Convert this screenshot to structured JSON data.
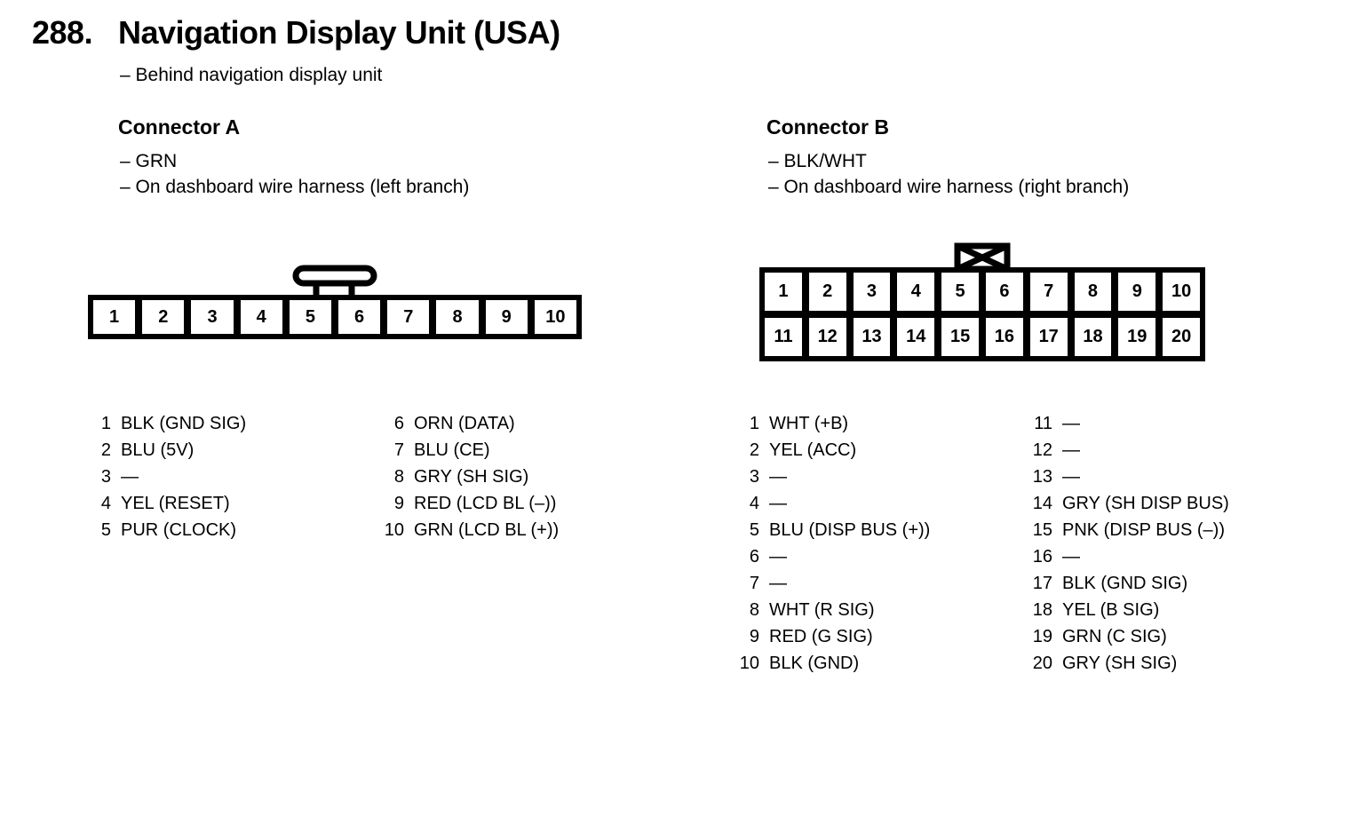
{
  "page": {
    "number": "288.",
    "title": "Navigation Display Unit (USA)",
    "subtitle": "– Behind navigation display unit"
  },
  "icons": {
    "connector_a_latch": "t-latch-tab",
    "connector_b_key": "crossed-box-key"
  },
  "connector_a": {
    "heading": "Connector A",
    "note1": "– GRN",
    "note2": "– On dashboard wire harness (left branch)",
    "pins": [
      "1",
      "2",
      "3",
      "4",
      "5",
      "6",
      "7",
      "8",
      "9",
      "10"
    ],
    "list_left": [
      {
        "num": "1",
        "label": "BLK (GND SIG)"
      },
      {
        "num": "2",
        "label": "BLU (5V)"
      },
      {
        "num": "3",
        "label": "—"
      },
      {
        "num": "4",
        "label": "YEL (RESET)"
      },
      {
        "num": "5",
        "label": "PUR (CLOCK)"
      }
    ],
    "list_right": [
      {
        "num": "6",
        "label": "ORN (DATA)"
      },
      {
        "num": "7",
        "label": "BLU (CE)"
      },
      {
        "num": "8",
        "label": "GRY (SH SIG)"
      },
      {
        "num": "9",
        "label": "RED (LCD BL (–))"
      },
      {
        "num": "10",
        "label": "GRN (LCD BL (+))"
      }
    ]
  },
  "connector_b": {
    "heading": "Connector B",
    "note1": "– BLK/WHT",
    "note2": "– On dashboard wire harness (right branch)",
    "pins_row1": [
      "1",
      "2",
      "3",
      "4",
      "5",
      "6",
      "7",
      "8",
      "9",
      "10"
    ],
    "pins_row2": [
      "11",
      "12",
      "13",
      "14",
      "15",
      "16",
      "17",
      "18",
      "19",
      "20"
    ],
    "list_left": [
      {
        "num": "1",
        "label": "WHT (+B)"
      },
      {
        "num": "2",
        "label": "YEL (ACC)"
      },
      {
        "num": "3",
        "label": "—"
      },
      {
        "num": "4",
        "label": "—"
      },
      {
        "num": "5",
        "label": "BLU (DISP BUS (+))"
      },
      {
        "num": "6",
        "label": "—"
      },
      {
        "num": "7",
        "label": "—"
      },
      {
        "num": "8",
        "label": "WHT (R SIG)"
      },
      {
        "num": "9",
        "label": "RED (G SIG)"
      },
      {
        "num": "10",
        "label": "BLK (GND)"
      }
    ],
    "list_right": [
      {
        "num": "11",
        "label": "—"
      },
      {
        "num": "12",
        "label": "—"
      },
      {
        "num": "13",
        "label": "—"
      },
      {
        "num": "14",
        "label": "GRY (SH DISP BUS)"
      },
      {
        "num": "15",
        "label": "PNK (DISP BUS (–))"
      },
      {
        "num": "16",
        "label": "—"
      },
      {
        "num": "17",
        "label": "BLK (GND SIG)"
      },
      {
        "num": "18",
        "label": "YEL (B SIG)"
      },
      {
        "num": "19",
        "label": "GRN (C SIG)"
      },
      {
        "num": "20",
        "label": "GRY (SH SIG)"
      }
    ]
  }
}
